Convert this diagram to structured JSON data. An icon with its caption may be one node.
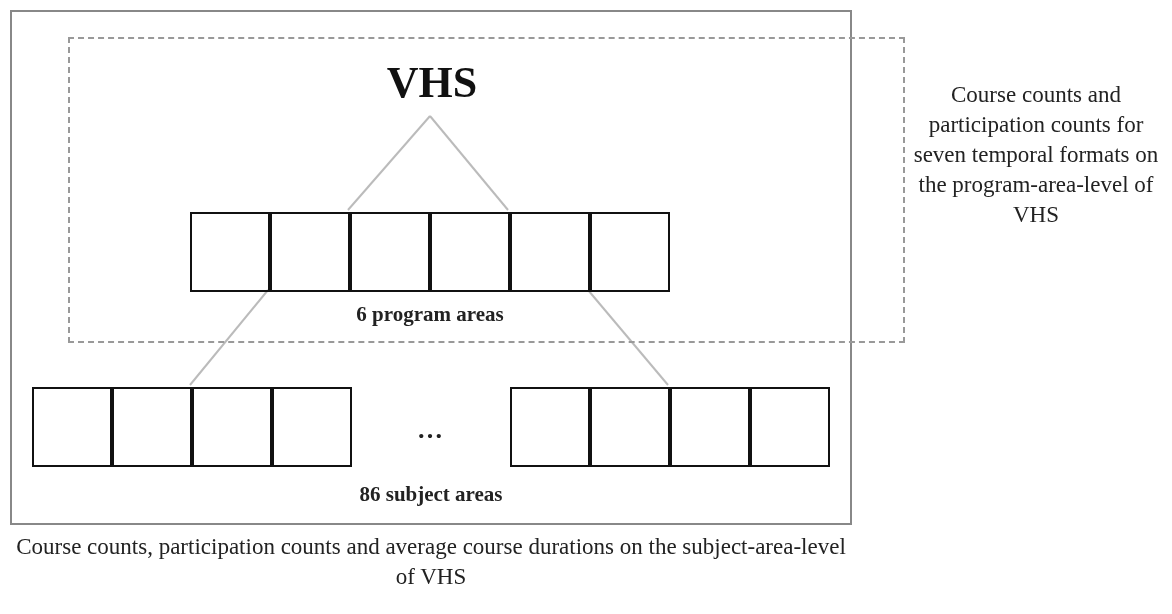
{
  "diagram": {
    "nodes": [
      {
        "text": [],
        "shape": "box",
        "beside": [
          "Course counts, participation counts and average course durations on the subject-area-level of VHS"
        ]
      },
      {
        "text": [],
        "shape": "box",
        "beside": [
          "Course counts and participation counts for seven temporal formats on the program-area-level of VHS"
        ]
      },
      {
        "text": [
          "VHS"
        ],
        "in": 1
      },
      {
        "text": [
          "6 program areas"
        ],
        "in": 1
      },
      {
        "text": [],
        "shape": "box",
        "in": 3
      },
      {
        "text": [],
        "shape": "box",
        "in": 3
      },
      {
        "text": [],
        "shape": "box",
        "in": 3
      },
      {
        "text": [],
        "shape": "box",
        "in": 3
      },
      {
        "text": [],
        "shape": "box",
        "in": 3
      },
      {
        "text": [],
        "shape": "box",
        "in": 3
      },
      {
        "text": [
          "86 subject areas"
        ],
        "in": 0
      },
      {
        "text": [],
        "shape": "box",
        "in": 10
      },
      {
        "text": [],
        "shape": "box",
        "in": 10
      },
      {
        "text": [],
        "shape": "box",
        "in": 10
      },
      {
        "text": [],
        "shape": "box",
        "in": 10
      },
      {
        "text": [],
        "shape": "box",
        "in": 10
      },
      {
        "text": [],
        "shape": "box",
        "in": 10
      },
      {
        "text": [],
        "shape": "box",
        "in": 10
      },
      {
        "text": [],
        "shape": "box",
        "in": 10
      }
    ],
    "edges": [
      {
        "from": 2,
        "to": 5,
        "arrow": "none"
      },
      {
        "from": 2,
        "to": 8,
        "arrow": "none"
      },
      {
        "from": 5,
        "to": 12,
        "arrow": "none"
      },
      {
        "from": 8,
        "to": 17,
        "arrow": "none"
      }
    ],
    "labels": [
      "…"
    ]
  }
}
